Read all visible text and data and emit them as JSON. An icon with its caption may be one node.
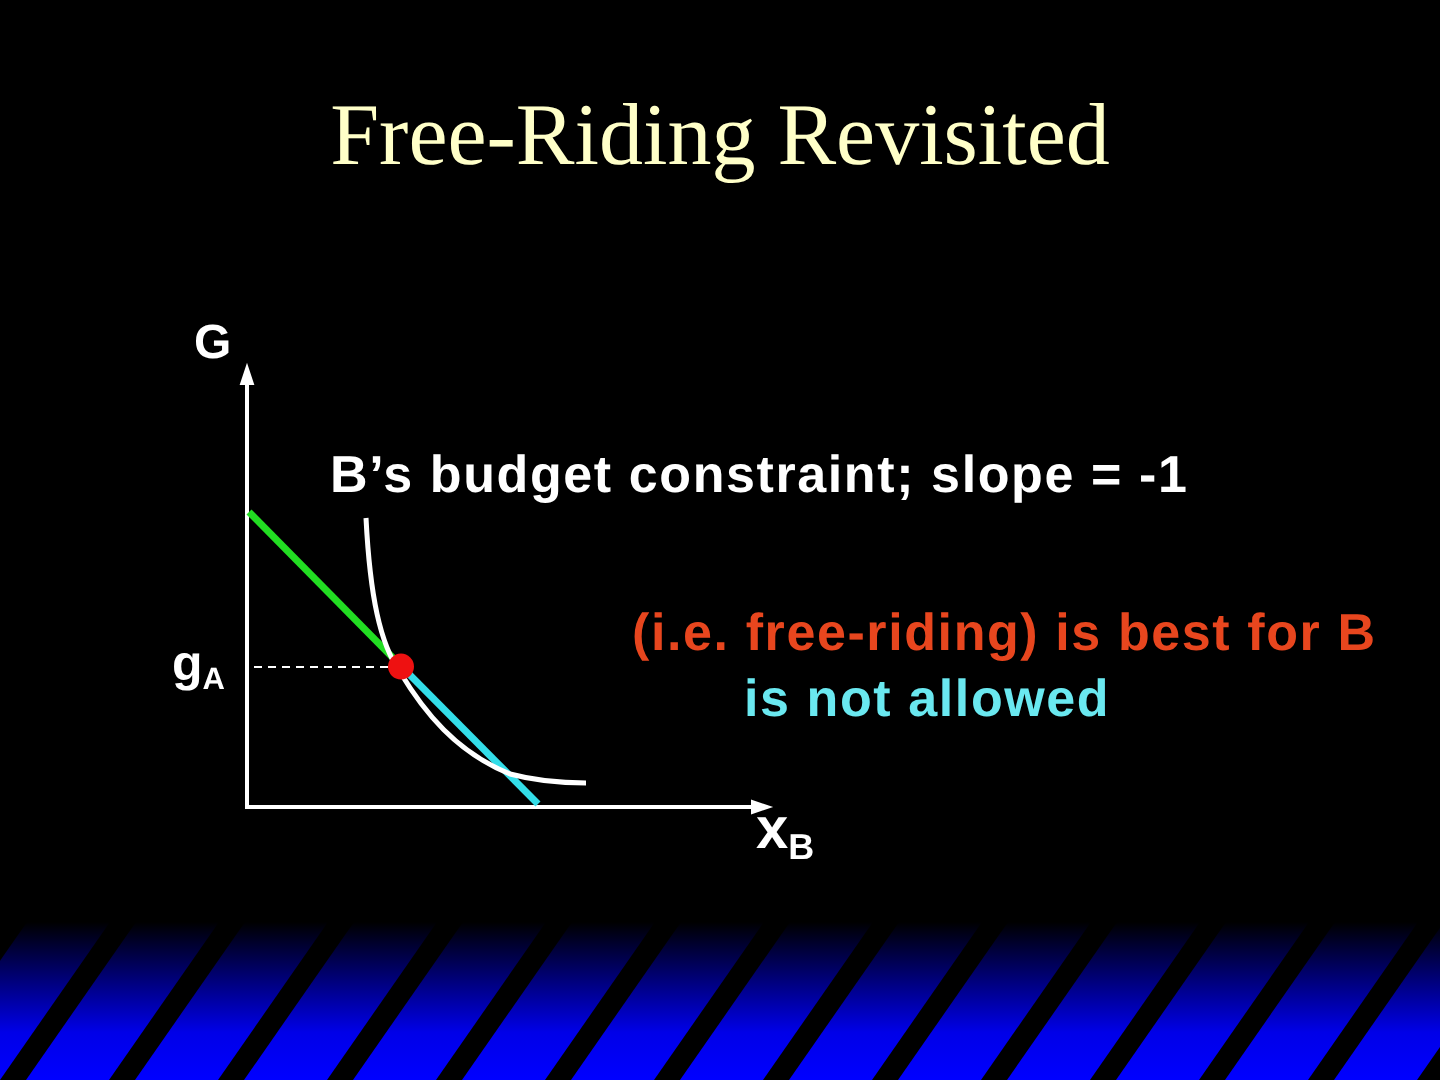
{
  "diagram": {
    "title": "Free-Riding Revisited",
    "labels": [
      "G",
      "B’s budget constraint; slope = -1",
      "g$_{A}$",
      "(i.e. free-riding) is best for B",
      "is not allowed",
      "x$_{B}$"
    ]
  }
}
